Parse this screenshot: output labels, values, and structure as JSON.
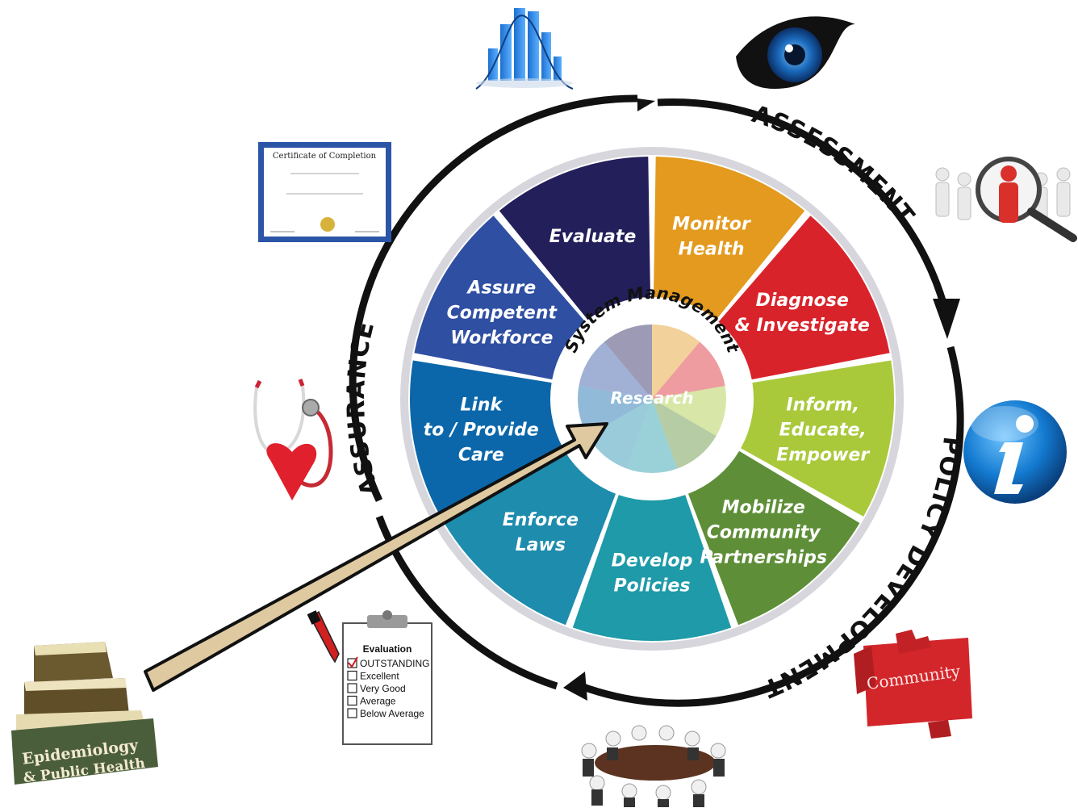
{
  "wheel": {
    "segments": [
      {
        "lines": [
          "Monitor",
          "Health"
        ],
        "color": "#E39A1E"
      },
      {
        "lines": [
          "Diagnose",
          "& Investigate"
        ],
        "color": "#D9232B"
      },
      {
        "lines": [
          "Inform,",
          "Educate,",
          "Empower"
        ],
        "color": "#A9C93B"
      },
      {
        "lines": [
          "Mobilize",
          "Community",
          "Partnerships"
        ],
        "color": "#5E8E37"
      },
      {
        "lines": [
          "Develop",
          "Policies"
        ],
        "color": "#1E9AA8"
      },
      {
        "lines": [
          "Enforce",
          "Laws"
        ],
        "color": "#1D8CAD"
      },
      {
        "lines": [
          "Link",
          "to / Provide",
          "Care"
        ],
        "color": "#0B67AA"
      },
      {
        "lines": [
          "Assure",
          "Competent",
          "Workforce"
        ],
        "color": "#2F4FA2"
      },
      {
        "lines": [
          "Evaluate"
        ],
        "color": "#231F5A"
      }
    ],
    "center_title": "System Management",
    "center_research": "Research",
    "ring_labels": {
      "assessment": "ASSESSMENT",
      "policy_development": "POLICY DEVELOPMENT",
      "assurance": "ASSURANCE"
    }
  },
  "evaluation_card": {
    "title": "Evaluation",
    "options": [
      {
        "label": "OUTSTANDING",
        "checked": true
      },
      {
        "label": "Excellent",
        "checked": false
      },
      {
        "label": "Very Good",
        "checked": false
      },
      {
        "label": "Average",
        "checked": false
      },
      {
        "label": "Below Average",
        "checked": false
      }
    ]
  },
  "book": {
    "line1": "Epidemiology",
    "line2": "& Public Health"
  },
  "certificate": {
    "title": "Certificate of Completion"
  },
  "puzzle": {
    "label": "Community"
  },
  "icons": [
    "bar-chart-icon",
    "eye-icon",
    "magnifier-people-icon",
    "info-icon",
    "puzzle-icon",
    "meeting-table-icon",
    "clipboard-icon",
    "pen-icon",
    "stethoscope-heart-icon",
    "certificate-icon",
    "books-icon"
  ]
}
